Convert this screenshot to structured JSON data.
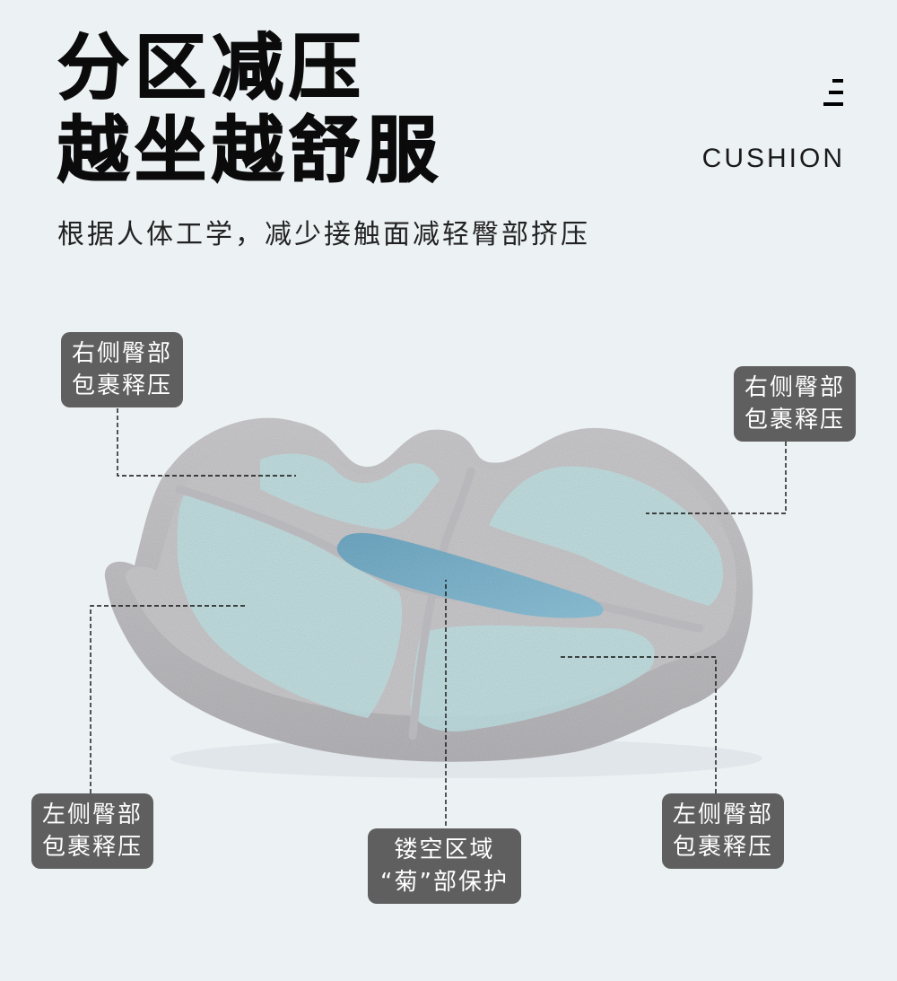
{
  "header": {
    "title_line1": "分区减压",
    "title_line2": "越坐越舒服",
    "subtitle": "根据人体工学，减少接触面减轻臀部挤压",
    "brand_word": "CUSHION",
    "menu_icon": "menu-lines-icon"
  },
  "callouts": [
    {
      "id": "top-left",
      "line1": "右侧臀部",
      "line2": "包裹释压"
    },
    {
      "id": "top-right",
      "line1": "右侧臀部",
      "line2": "包裹释压"
    },
    {
      "id": "bottom-left",
      "line1": "左侧臀部",
      "line2": "包裹释压"
    },
    {
      "id": "bottom-center",
      "line1": "镂空区域",
      "line2": "“菊”部保护"
    },
    {
      "id": "bottom-right",
      "line1": "左侧臀部",
      "line2": "包裹释压"
    }
  ],
  "colors": {
    "background": "#ecf1f4",
    "callout_bg": "#5f5f5f",
    "callout_text": "#ffffff",
    "cushion_gray": "#c4c3c6",
    "zone_blue": "#bfe0e2",
    "cutout_blue": "#7fb3cc"
  }
}
